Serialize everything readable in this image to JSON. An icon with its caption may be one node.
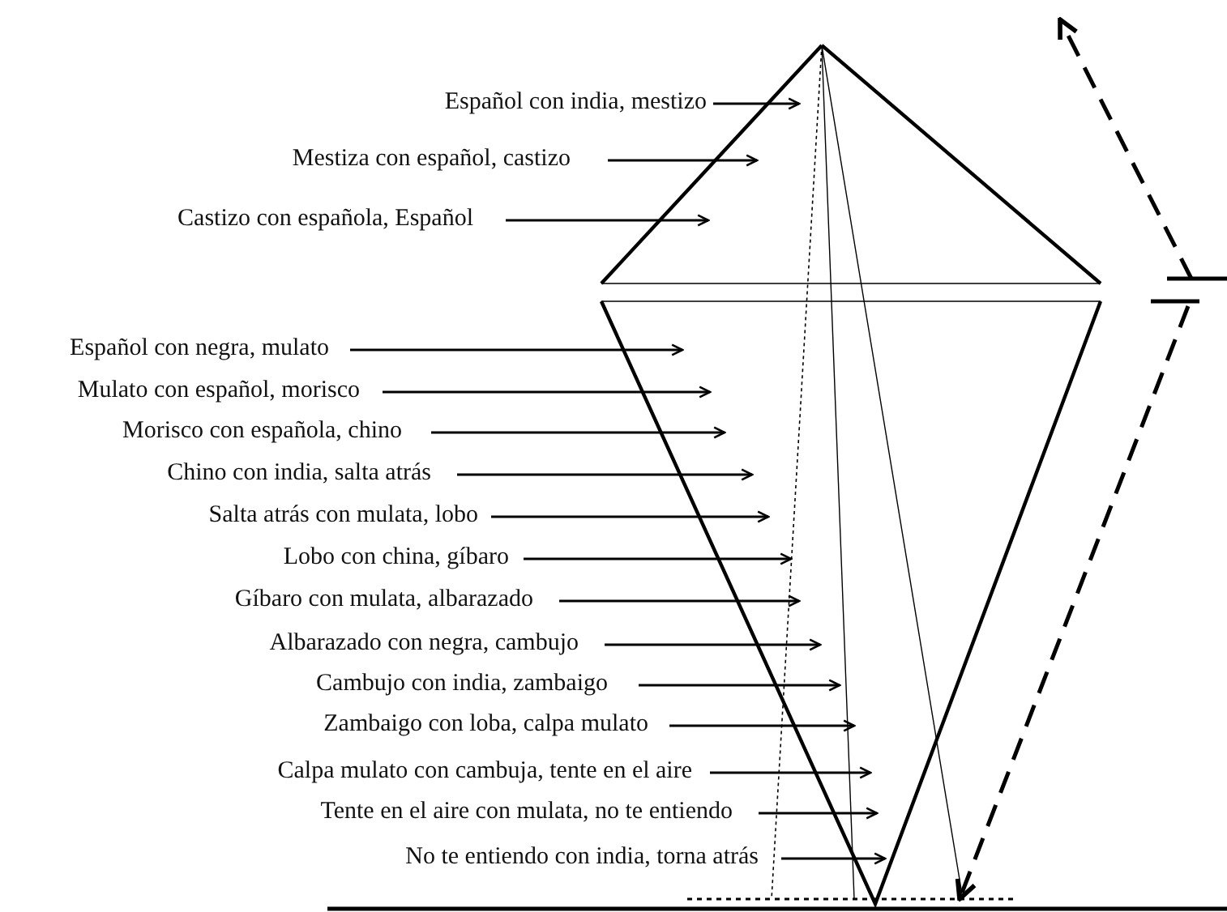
{
  "diagram": {
    "nodes": [
      {
        "text": [
          "Español con india, mestizo"
        ]
      },
      {
        "text": [
          "Mestiza con español, castizo"
        ]
      },
      {
        "text": [
          "Castizo con española, Español"
        ]
      },
      {
        "text": [
          "Español con negra, mulato"
        ]
      },
      {
        "text": [
          "Mulato con español, morisco"
        ]
      },
      {
        "text": [
          "Morisco con española, chino"
        ]
      },
      {
        "text": [
          "Chino con india, salta atrás"
        ]
      },
      {
        "text": [
          "Salta atrás con mulata, lobo"
        ]
      },
      {
        "text": [
          "Lobo con china, gíbaro"
        ]
      },
      {
        "text": [
          "Gíbaro con mulata, albarazado"
        ]
      },
      {
        "text": [
          "Albarazado con negra, cambujo"
        ]
      },
      {
        "text": [
          "Cambujo con india, zambaigo"
        ]
      },
      {
        "text": [
          "Zambaigo con loba, calpa mulato"
        ]
      },
      {
        "text": [
          "Calpa mulato con cambuja, tente en el aire"
        ]
      },
      {
        "text": [
          "Tente en el aire con mulata, no te entiendo"
        ]
      },
      {
        "text": [
          "No te entiendo con india, torna atrás"
        ]
      }
    ],
    "edges": [
      {
        "from": 0,
        "to": null,
        "arrow": "to"
      },
      {
        "from": 1,
        "to": null,
        "arrow": "to"
      },
      {
        "from": 2,
        "to": null,
        "arrow": "to"
      },
      {
        "from": 3,
        "to": null,
        "arrow": "to"
      },
      {
        "from": 4,
        "to": null,
        "arrow": "to"
      },
      {
        "from": 5,
        "to": null,
        "arrow": "to"
      },
      {
        "from": 6,
        "to": null,
        "arrow": "to"
      },
      {
        "from": 7,
        "to": null,
        "arrow": "to"
      },
      {
        "from": 8,
        "to": null,
        "arrow": "to"
      },
      {
        "from": 9,
        "to": null,
        "arrow": "to"
      },
      {
        "from": 10,
        "to": null,
        "arrow": "to"
      },
      {
        "from": 11,
        "to": null,
        "arrow": "to"
      },
      {
        "from": 12,
        "to": null,
        "arrow": "to"
      },
      {
        "from": 13,
        "to": null,
        "arrow": "to"
      },
      {
        "from": 14,
        "to": null,
        "arrow": "to"
      },
      {
        "from": 15,
        "to": null,
        "arrow": "to"
      }
    ]
  }
}
